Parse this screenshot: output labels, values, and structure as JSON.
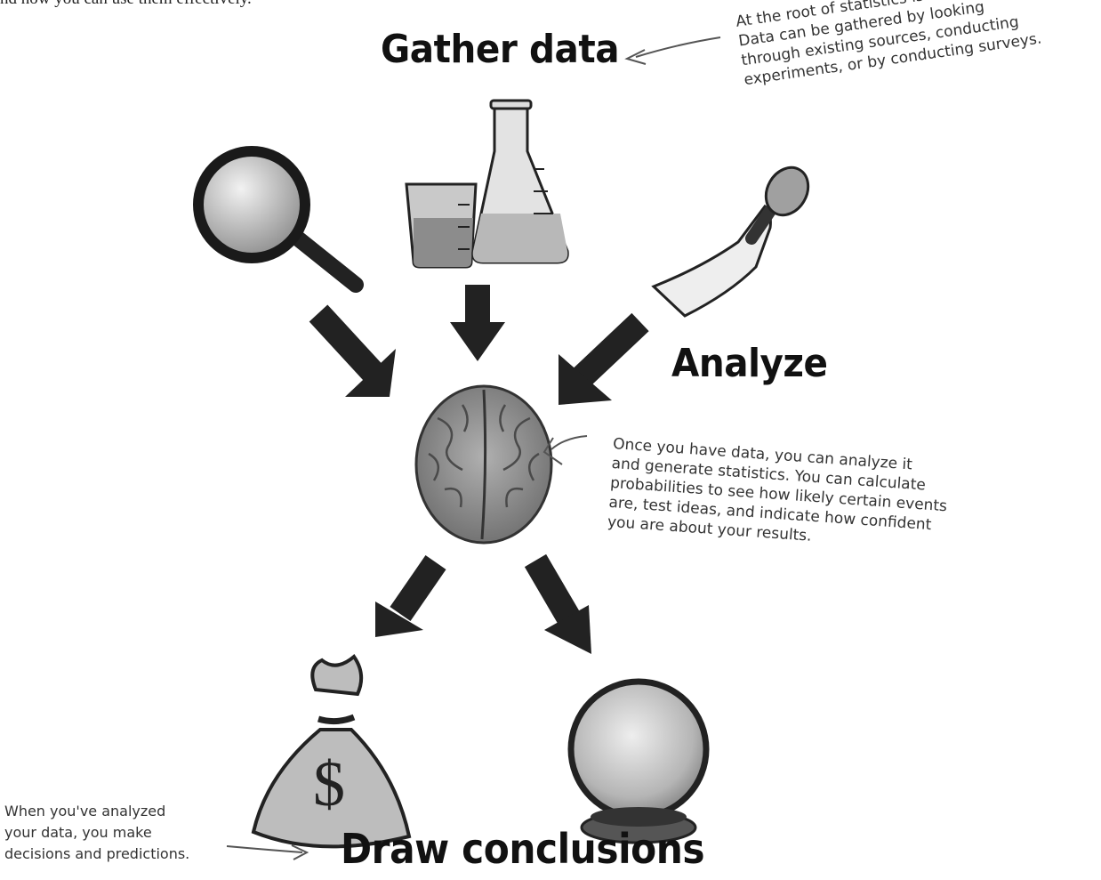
{
  "intro_line": "nd how you can use them effectively.",
  "steps": {
    "gather": "Gather data",
    "analyze": "Analyze",
    "conclude": "Draw conclusions"
  },
  "notes": {
    "gather": [
      "At the root of statistics is data.",
      "Data can be gathered by looking",
      "through existing sources, conducting",
      "experiments, or by conducting surveys."
    ],
    "analyze": [
      "Once you have data, you can analyze it",
      "and generate statistics. You can calculate",
      "probabilities to see how likely certain events",
      "are, test ideas, and indicate how confident",
      "you are about your results."
    ],
    "conclude": [
      "When you've analyzed",
      "your data, you make",
      "decisions and predictions."
    ]
  },
  "icons": {
    "gather": [
      "magnifying-glass-icon",
      "beaker-icon",
      "flask-icon",
      "microphone-icon"
    ],
    "analyze": [
      "brain-icon"
    ],
    "conclude": [
      "money-bag-icon",
      "crystal-ball-icon"
    ]
  },
  "colors": {
    "arrow": "#222222",
    "ink": "#111111",
    "note": "#333333"
  }
}
